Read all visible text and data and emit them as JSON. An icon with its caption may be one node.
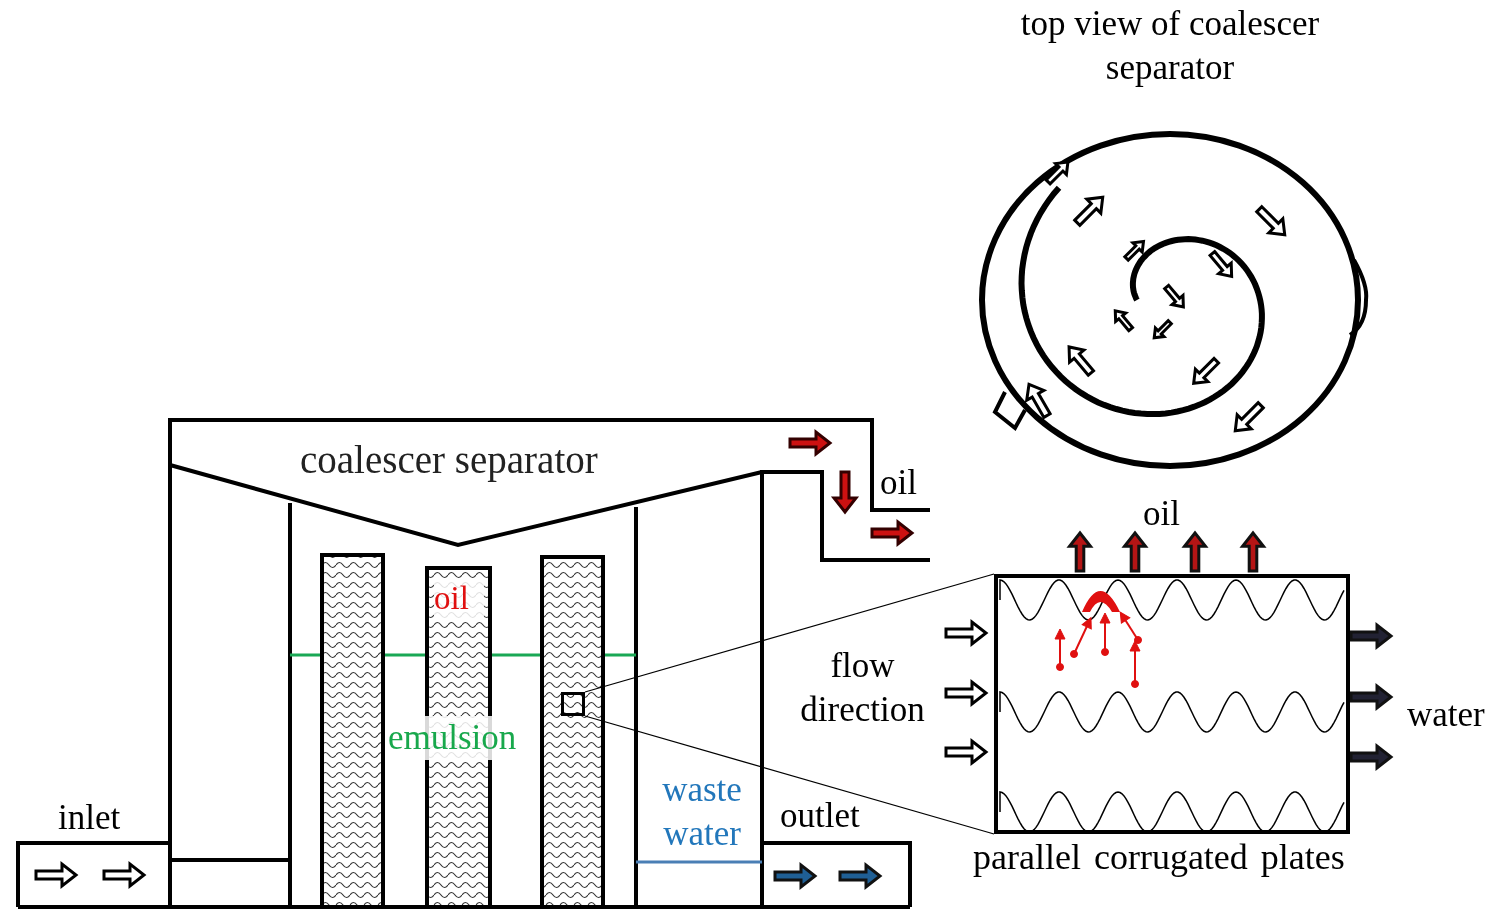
{
  "diagram": {
    "nodes": [
      {
        "text": [],
        "shape": "box"
      },
      {
        "text": [
          "parallel corrugated plates"
        ]
      }
    ],
    "edges": [
      {
        "from": 0,
        "to": 1,
        "arrow": "none"
      },
      {
        "from": 0,
        "to": 1,
        "arrow": "none"
      }
    ],
    "labels": [
      "top view of coalescer separator",
      "coalescer separator",
      "oil",
      "oil",
      "oil",
      "flow direction",
      "emulsion",
      "water",
      "waste water",
      "inlet",
      "outlet"
    ]
  }
}
